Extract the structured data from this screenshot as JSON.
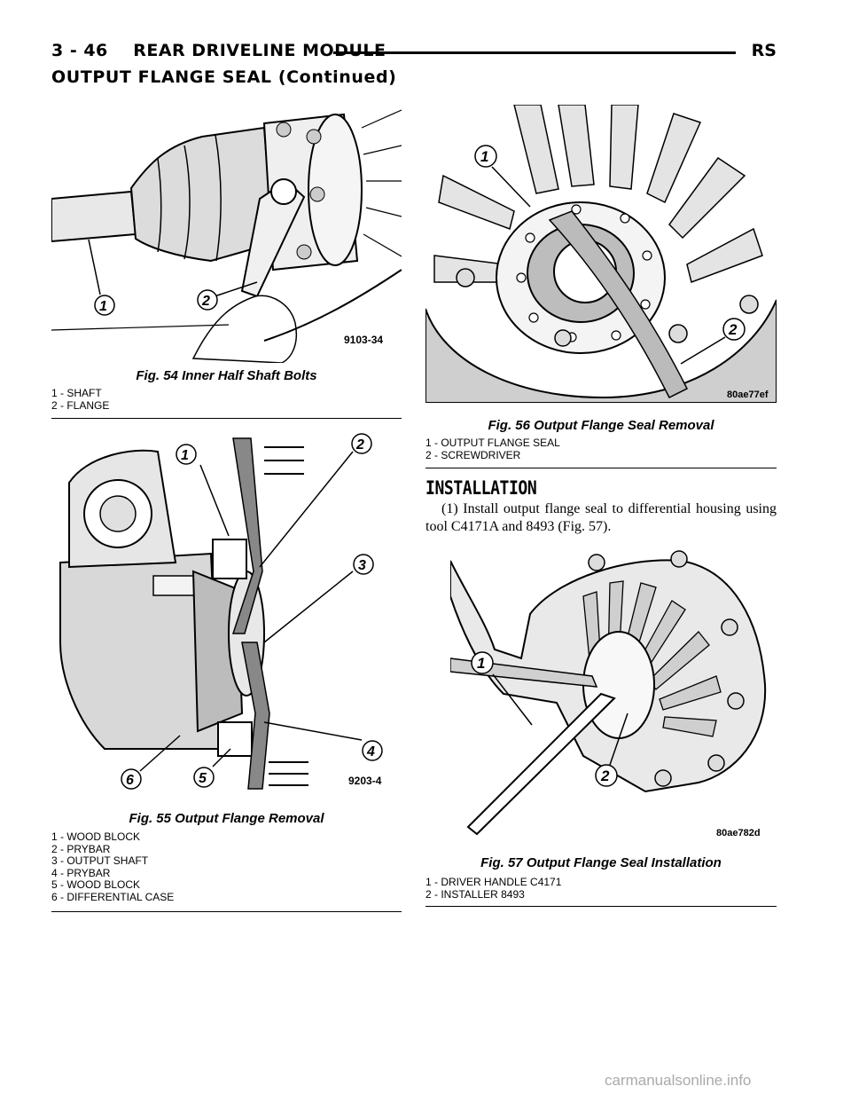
{
  "header": {
    "left": "3 - 46    REAR DRIVELINE MODULE",
    "right": "RS"
  },
  "section_title": "OUTPUT FLANGE SEAL (Continued)",
  "figures": [
    {
      "caption": "Fig. 54 Inner Half Shaft Bolts",
      "legend": [
        "1 - SHAFT",
        "2 - FLANGE"
      ],
      "code": "9103-34",
      "callouts": [
        "1",
        "2"
      ]
    },
    {
      "caption": "Fig. 55 Output Flange Removal",
      "legend": [
        "1 - WOOD BLOCK",
        "2 - PRYBAR",
        "3 - OUTPUT SHAFT",
        "4 - PRYBAR",
        "5 - WOOD BLOCK",
        "6 - DIFFERENTIAL CASE"
      ],
      "code": "9203-4",
      "callouts": [
        "1",
        "2",
        "3",
        "4",
        "5",
        "6"
      ]
    },
    {
      "caption": "Fig. 56 Output Flange Seal Removal",
      "legend": [
        "1 - OUTPUT FLANGE SEAL",
        "2 - SCREWDRIVER"
      ],
      "code": "80ae77ef",
      "callouts": [
        "1",
        "2"
      ]
    },
    {
      "caption": "Fig. 57 Output Flange Seal Installation",
      "legend": [
        "1 - DRIVER HANDLE C4171",
        "2 - INSTALLER 8493"
      ],
      "code": "80ae782d",
      "callouts": [
        "1",
        "2"
      ]
    }
  ],
  "installation": {
    "title": "INSTALLATION",
    "body": "(1) Install output flange seal to differential housing using tool C4171A and 8493 (Fig. 57)."
  },
  "footer": "carmanualsonline.info"
}
